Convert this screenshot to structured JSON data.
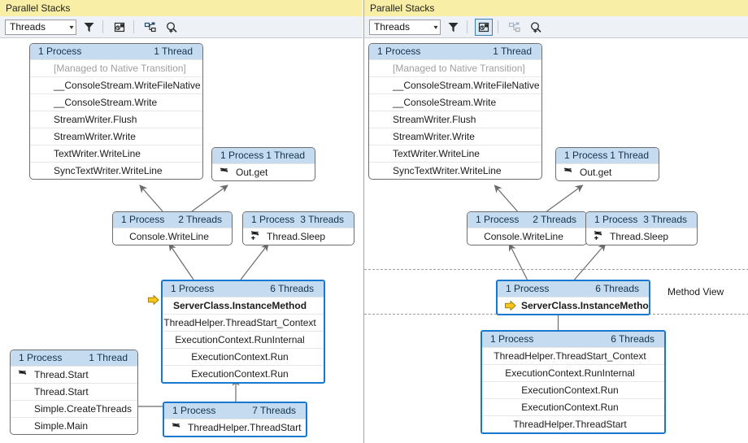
{
  "panels": [
    {
      "id": "left",
      "title": "Parallel Stacks",
      "toolbar": {
        "combo_value": "Threads",
        "combo_caret": "▾",
        "buttons": [
          {
            "name": "filter-icon",
            "label": "Toggle Filter"
          },
          {
            "name": "show-only-flagged-icon",
            "label": "Show Only Flagged"
          },
          {
            "name": "auto-scroll-icon",
            "label": "Auto Scroll to Current Stack Frame"
          },
          {
            "name": "zoom-icon",
            "label": "Toggle Zoom Control"
          }
        ]
      }
    },
    {
      "id": "right",
      "title": "Parallel Stacks",
      "toolbar": {
        "combo_value": "Threads",
        "combo_caret": "▾",
        "buttons": [
          {
            "name": "filter-icon",
            "label": "Toggle Filter"
          },
          {
            "name": "show-only-flagged-icon",
            "label": "Show Only Flagged"
          },
          {
            "name": "auto-scroll-icon",
            "label": "Auto Scroll to Current Stack Frame"
          },
          {
            "name": "zoom-icon",
            "label": "Toggle Zoom Control"
          }
        ]
      },
      "method_view_label": "Method View"
    }
  ],
  "colors": {
    "titlebar": "#f9eea5",
    "box_header": "#c5dcf0",
    "selected_border": "#1778d0",
    "box_border": "#6e6e6e",
    "current_arrow": "#f5c518",
    "connector": "#6b6b6b",
    "toolbar_bg": "#eef1f6",
    "dim_text": "#a0a0a0"
  },
  "left_panel_nodes": [
    {
      "id": "L-console-native",
      "process": "1 Process",
      "threads": "1 Thread",
      "selected": false,
      "frames": [
        {
          "text": "[Managed to Native Transition]",
          "dim": true,
          "icon": "none",
          "bold": false
        },
        {
          "text": "__ConsoleStream.WriteFileNative",
          "dim": false,
          "icon": "none",
          "bold": false
        },
        {
          "text": "__ConsoleStream.Write",
          "dim": false,
          "icon": "none",
          "bold": false
        },
        {
          "text": "StreamWriter.Flush",
          "dim": false,
          "icon": "none",
          "bold": false
        },
        {
          "text": "StreamWriter.Write",
          "dim": false,
          "icon": "none",
          "bold": false
        },
        {
          "text": "TextWriter.WriteLine",
          "dim": false,
          "icon": "none",
          "bold": false
        },
        {
          "text": "SyncTextWriter.WriteLine",
          "dim": false,
          "icon": "none",
          "bold": false
        }
      ]
    },
    {
      "id": "L-outget",
      "process": "1 Process",
      "threads": "1 Thread",
      "selected": false,
      "frames": [
        {
          "text": "Out.get",
          "dim": false,
          "icon": "paused-thread",
          "bold": false
        }
      ]
    },
    {
      "id": "L-consolewriteline",
      "process": "1 Process",
      "threads": "2 Threads",
      "selected": false,
      "frames": [
        {
          "text": "Console.WriteLine",
          "dim": false,
          "icon": "none",
          "bold": false,
          "center": true
        }
      ]
    },
    {
      "id": "L-threadsleep",
      "process": "1 Process",
      "threads": "3 Threads",
      "selected": false,
      "frames": [
        {
          "text": "Thread.Sleep",
          "dim": false,
          "icon": "paused-threads-multi",
          "bold": false
        }
      ]
    },
    {
      "id": "L-serverclass",
      "process": "1 Process",
      "threads": "6 Threads",
      "selected": true,
      "current_arrow": true,
      "frames": [
        {
          "text": "ServerClass.InstanceMethod",
          "dim": false,
          "icon": "none",
          "bold": true
        },
        {
          "text": "ThreadHelper.ThreadStart_Context",
          "dim": false,
          "icon": "none",
          "bold": false
        },
        {
          "text": "ExecutionContext.RunInternal",
          "dim": false,
          "icon": "none",
          "bold": false
        },
        {
          "text": "ExecutionContext.Run",
          "dim": false,
          "icon": "none",
          "bold": false
        },
        {
          "text": "ExecutionContext.Run",
          "dim": false,
          "icon": "none",
          "bold": false
        }
      ]
    },
    {
      "id": "L-mainthread",
      "process": "1 Process",
      "threads": "1 Thread",
      "selected": false,
      "frames": [
        {
          "text": "Thread.Start",
          "dim": false,
          "icon": "paused-thread",
          "bold": false
        },
        {
          "text": "Thread.Start",
          "dim": false,
          "icon": "none",
          "bold": false
        },
        {
          "text": "Simple.CreateThreads",
          "dim": false,
          "icon": "none",
          "bold": false
        },
        {
          "text": "Simple.Main",
          "dim": false,
          "icon": "none",
          "bold": false
        }
      ]
    },
    {
      "id": "L-threadstart",
      "process": "1 Process",
      "threads": "7 Threads",
      "selected": true,
      "frames": [
        {
          "text": "ThreadHelper.ThreadStart",
          "dim": false,
          "icon": "paused-thread",
          "bold": false
        }
      ]
    }
  ],
  "right_panel_nodes": [
    {
      "id": "R-console-native",
      "process": "1 Process",
      "threads": "1 Thread",
      "selected": false,
      "frames": [
        {
          "text": "[Managed to Native Transition]",
          "dim": true,
          "icon": "none",
          "bold": false
        },
        {
          "text": "__ConsoleStream.WriteFileNative",
          "dim": false,
          "icon": "none",
          "bold": false
        },
        {
          "text": "__ConsoleStream.Write",
          "dim": false,
          "icon": "none",
          "bold": false
        },
        {
          "text": "StreamWriter.Flush",
          "dim": false,
          "icon": "none",
          "bold": false
        },
        {
          "text": "StreamWriter.Write",
          "dim": false,
          "icon": "none",
          "bold": false
        },
        {
          "text": "TextWriter.WriteLine",
          "dim": false,
          "icon": "none",
          "bold": false
        },
        {
          "text": "SyncTextWriter.WriteLine",
          "dim": false,
          "icon": "none",
          "bold": false
        }
      ]
    },
    {
      "id": "R-outget",
      "process": "1 Process",
      "threads": "1 Thread",
      "selected": false,
      "frames": [
        {
          "text": "Out.get",
          "dim": false,
          "icon": "paused-thread",
          "bold": false
        }
      ]
    },
    {
      "id": "R-consolewriteline",
      "process": "1 Process",
      "threads": "2 Threads",
      "selected": false,
      "frames": [
        {
          "text": "Console.WriteLine",
          "dim": false,
          "icon": "none",
          "bold": false,
          "center": true
        }
      ]
    },
    {
      "id": "R-threadsleep",
      "process": "1 Process",
      "threads": "3 Threads",
      "selected": false,
      "frames": [
        {
          "text": "Thread.Sleep",
          "dim": false,
          "icon": "paused-threads-multi",
          "bold": false
        }
      ]
    },
    {
      "id": "R-serverclass",
      "process": "1 Process",
      "threads": "6 Threads",
      "selected": true,
      "current_arrow": true,
      "frames": [
        {
          "text": "ServerClass.InstanceMethod",
          "dim": false,
          "icon": "none",
          "bold": true
        }
      ]
    },
    {
      "id": "R-callers",
      "process": "1 Process",
      "threads": "6 Threads",
      "selected": true,
      "frames": [
        {
          "text": "ThreadHelper.ThreadStart_Context",
          "dim": false,
          "icon": "none",
          "bold": false
        },
        {
          "text": "ExecutionContext.RunInternal",
          "dim": false,
          "icon": "none",
          "bold": false
        },
        {
          "text": "ExecutionContext.Run",
          "dim": false,
          "icon": "none",
          "bold": false
        },
        {
          "text": "ExecutionContext.Run",
          "dim": false,
          "icon": "none",
          "bold": false
        },
        {
          "text": "ThreadHelper.ThreadStart",
          "dim": false,
          "icon": "none",
          "bold": false
        }
      ]
    }
  ]
}
